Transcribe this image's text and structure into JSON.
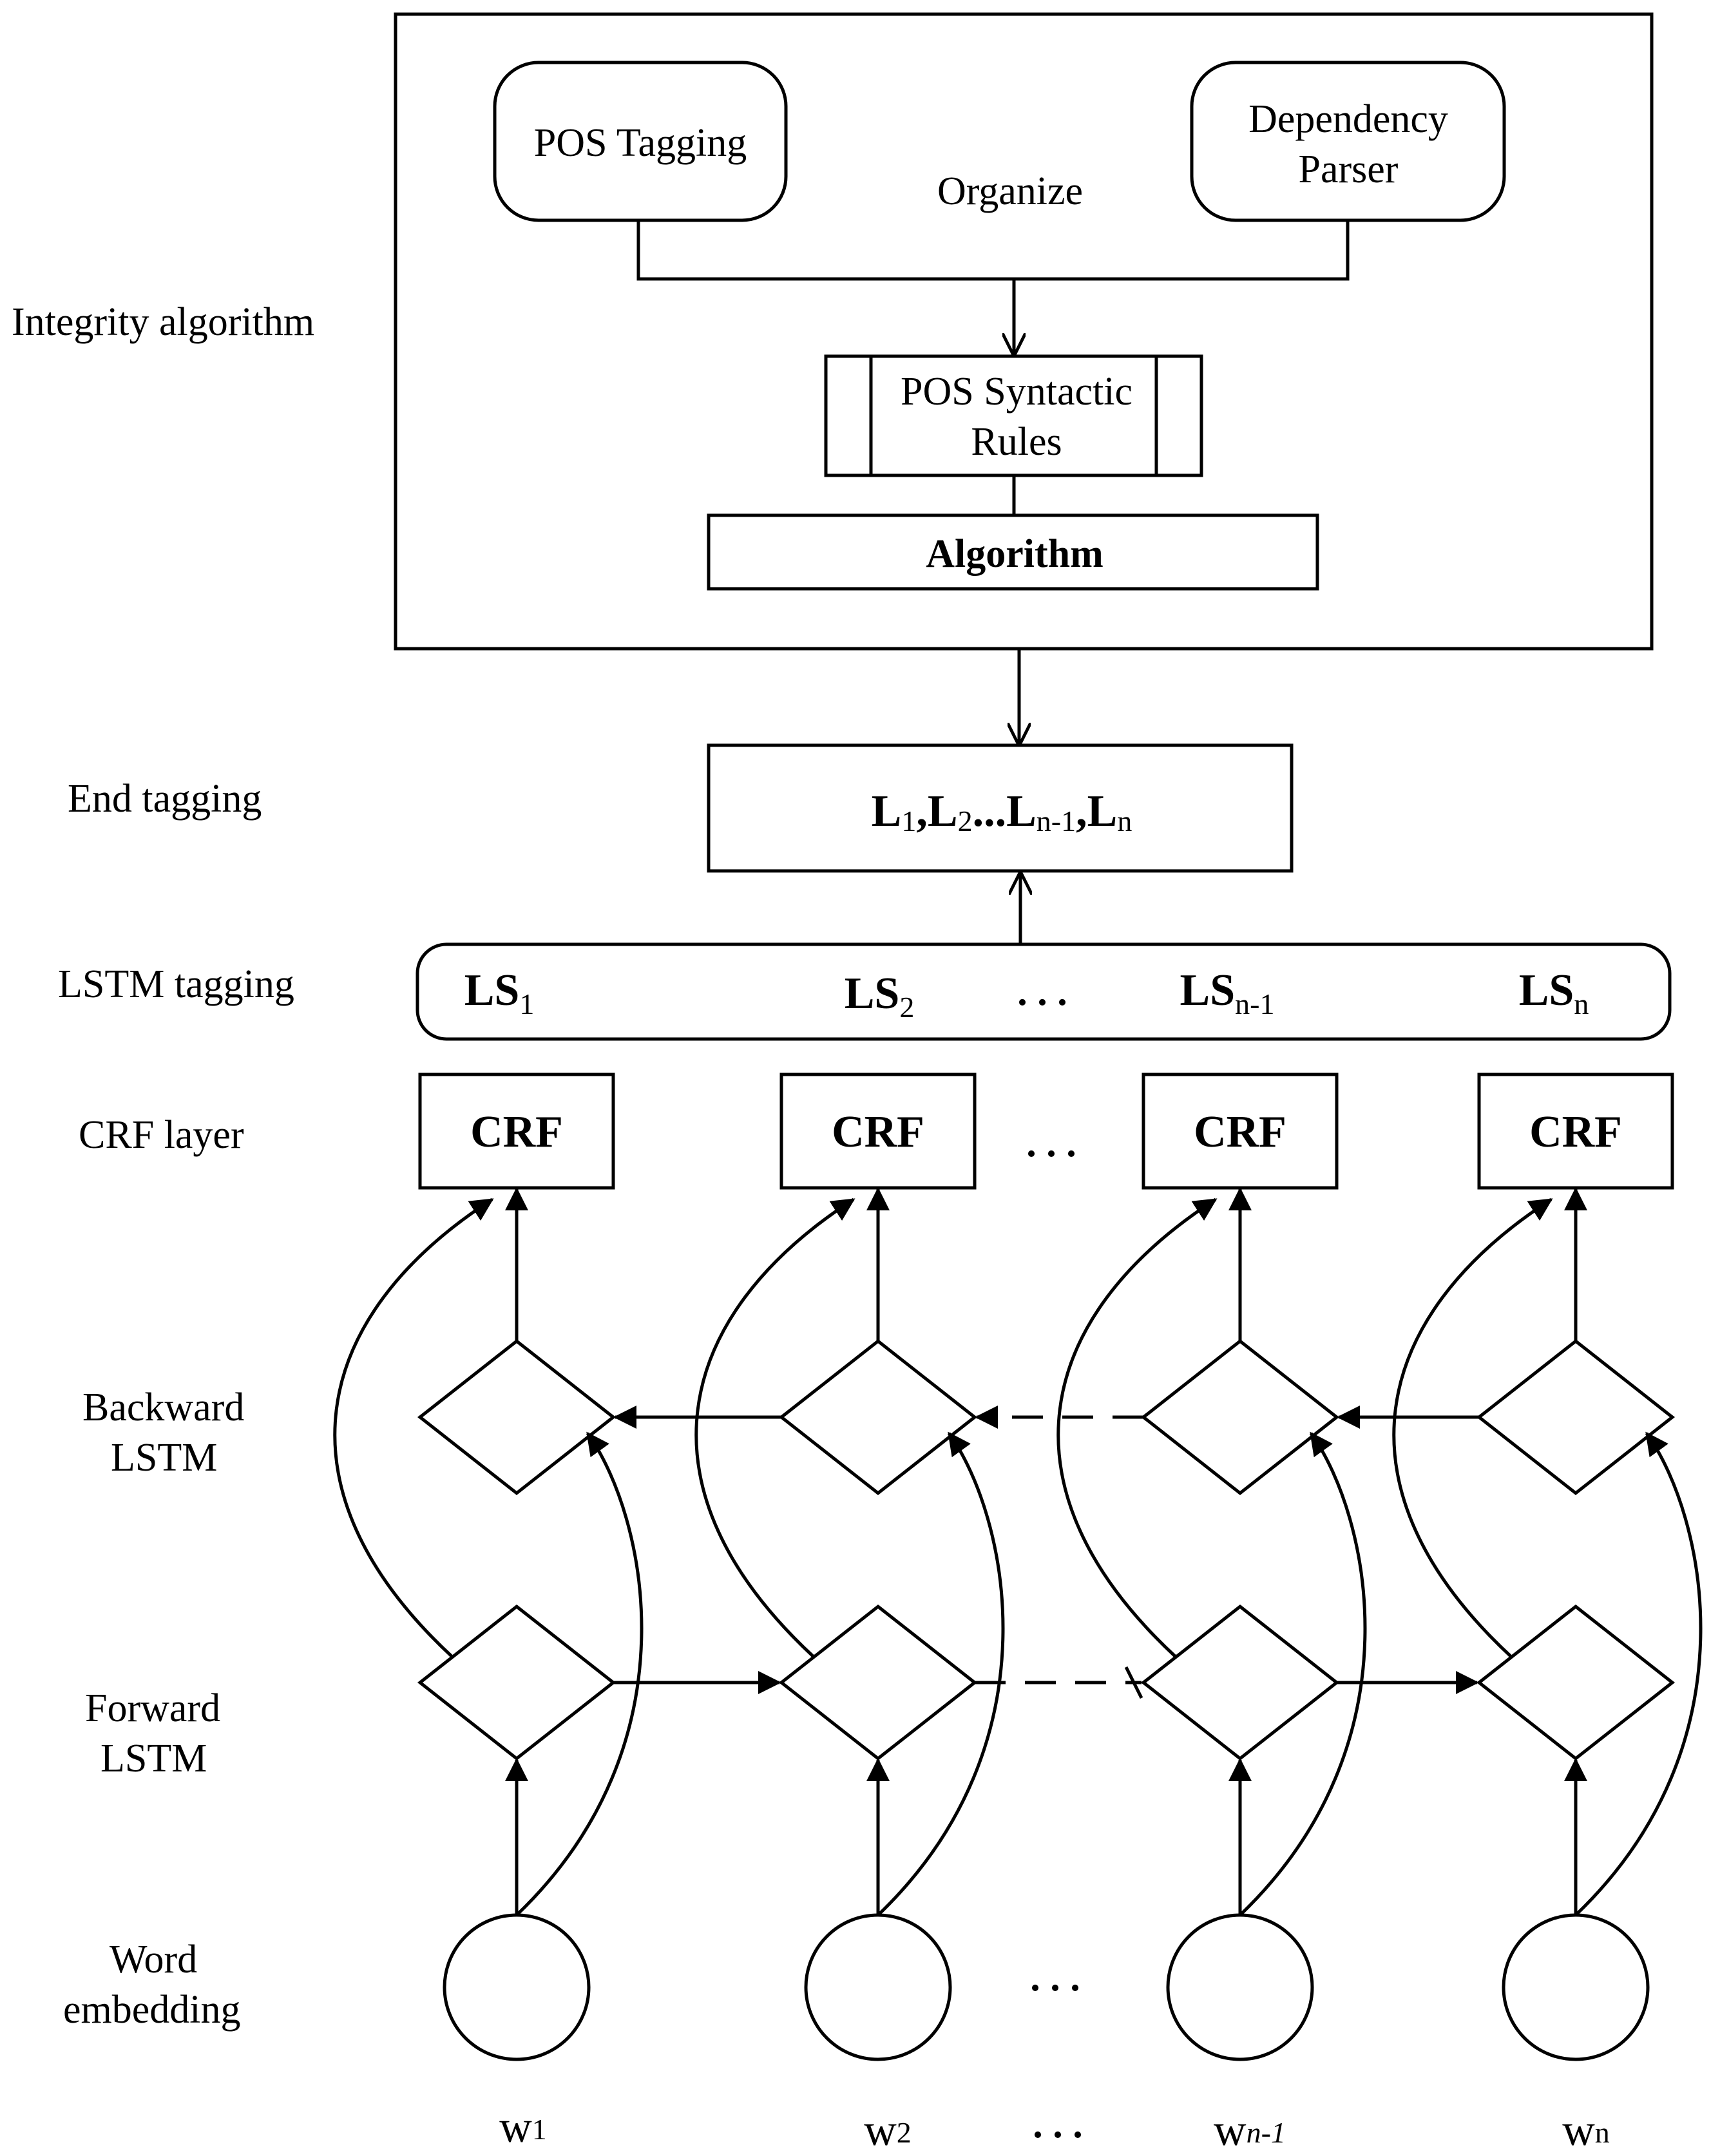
{
  "row_labels": {
    "integrity_algorithm": "Integrity algorithm",
    "end_tagging": "End tagging",
    "lstm_tagging": "LSTM tagging",
    "crf_layer": "CRF layer",
    "backward_lstm": [
      "Backward",
      "LSTM"
    ],
    "forward_lstm": [
      "Forward",
      "LSTM"
    ],
    "word_embedding": [
      "Word",
      "embedding"
    ]
  },
  "integrity_box": {
    "pos_tagging": "POS Tagging",
    "dependency_parser": [
      "Dependency",
      "Parser"
    ],
    "organize": "Organize",
    "pos_syntactic_rules": [
      "POS Syntactic",
      "Rules"
    ],
    "algorithm": "Algorithm"
  },
  "end_tagging_box": {
    "parts": [
      {
        "main": "L",
        "sub": "1"
      },
      {
        "main": ",L",
        "sub": "2"
      },
      {
        "main": "...L",
        "sub": "n-1"
      },
      {
        "main": ",L",
        "sub": "n"
      }
    ]
  },
  "lstm_tagging_box": {
    "items": [
      {
        "main": "LS",
        "sub": "1"
      },
      {
        "main": "LS",
        "sub": "2"
      },
      {
        "main": "LS",
        "sub": "n-1"
      },
      {
        "main": "LS",
        "sub": "n"
      }
    ],
    "ellipsis": ". . ."
  },
  "crf_nodes": [
    "CRF",
    "CRF",
    "CRF",
    "CRF"
  ],
  "crf_ellipsis": ". . .",
  "embedding_ellipsis": ". . .",
  "words": [
    {
      "main": "w",
      "sub": "1"
    },
    {
      "main": "w",
      "sub": "2"
    },
    {
      "main": "w",
      "sub": "n-1"
    },
    {
      "main": "w",
      "sub": "n"
    }
  ],
  "words_ellipsis": ". . ."
}
